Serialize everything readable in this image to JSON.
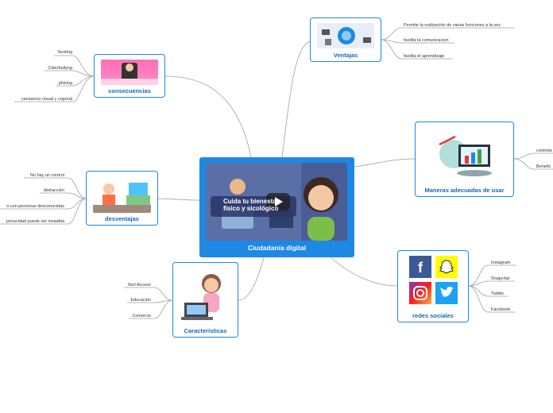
{
  "center": {
    "label": "Ciudadanía digital",
    "video_title": "Cuida tu bienestar físico y sicológico"
  },
  "nodes": {
    "consecuencias": {
      "label": "consecuencias",
      "leaves": [
        "Sexting",
        "Ciberbullyng",
        "phising",
        "cansancio visual y coporal"
      ]
    },
    "ventajas": {
      "label": "Ventajas",
      "leaves": [
        "Permite la realización de varias funciones a la vez",
        "facilita la comunicacion",
        "facilita el aprendizaje"
      ]
    },
    "maneras": {
      "label": "Maneras adecuadas de usar",
      "leaves": [
        "controla",
        "Benefic"
      ]
    },
    "desventajas": {
      "label": "desventajas",
      "leaves": [
        "No hay un control",
        "distracción",
        "ir con personas desconocidas",
        "privacidad puede ser invadida"
      ]
    },
    "redes": {
      "label": "redes sociales",
      "leaves": [
        "Instagram",
        "Snapchat",
        "Twitter",
        "Facebook"
      ]
    },
    "caracteristicas": {
      "label": "Características",
      "leaves": [
        "fácil Acceso",
        "Educación",
        "Comercio"
      ]
    }
  },
  "colors": {
    "accent": "#1e88e5",
    "label": "#1565c0",
    "link": "#9aa0a6"
  },
  "icons": [
    "play-icon",
    "facebook-icon",
    "snapchat-icon",
    "instagram-icon",
    "twitter-icon"
  ]
}
